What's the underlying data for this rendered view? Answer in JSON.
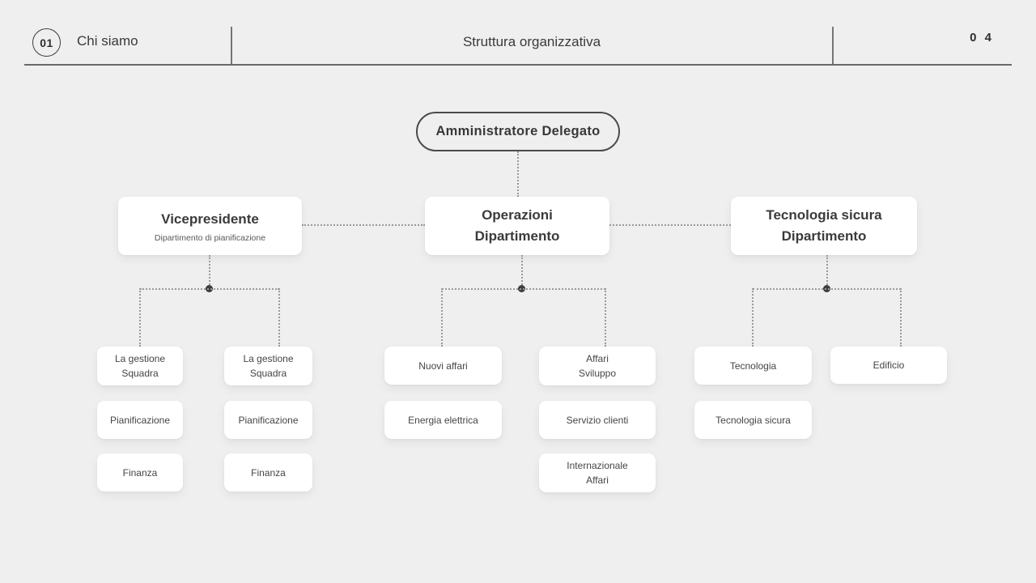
{
  "header": {
    "index_badge": "01",
    "section_label": "Chi siamo",
    "title": "Struttura organizzativa",
    "page_number": "0 4"
  },
  "colors": {
    "background": "#efefef",
    "card": "#ffffff",
    "text": "#3f3f3f",
    "connector_line": "#9a9a9a",
    "connector_dot": "#3d3d3d",
    "outline": "#4a4a4a"
  },
  "org": {
    "root_label": "Amministratore Delegato",
    "departments": [
      {
        "title": "Vicepresidente",
        "subtitle": "Dipartimento di pianificazione",
        "columns": [
          [
            "La gestione\nSquadra",
            "Pianificazione",
            "Finanza"
          ],
          [
            "La gestione\nSquadra",
            "Pianificazione",
            "Finanza"
          ]
        ]
      },
      {
        "title": "Operazioni\nDipartimento",
        "subtitle": "",
        "columns": [
          [
            "Nuovi affari",
            "Energia elettrica"
          ],
          [
            "Affari\nSviluppo",
            "Servizio clienti",
            "Internazionale\nAffari"
          ]
        ]
      },
      {
        "title": "Tecnologia sicura\nDipartimento",
        "subtitle": "",
        "columns": [
          [
            "Tecnologia",
            "Tecnologia sicura"
          ],
          [
            "Edificio"
          ]
        ]
      }
    ]
  }
}
